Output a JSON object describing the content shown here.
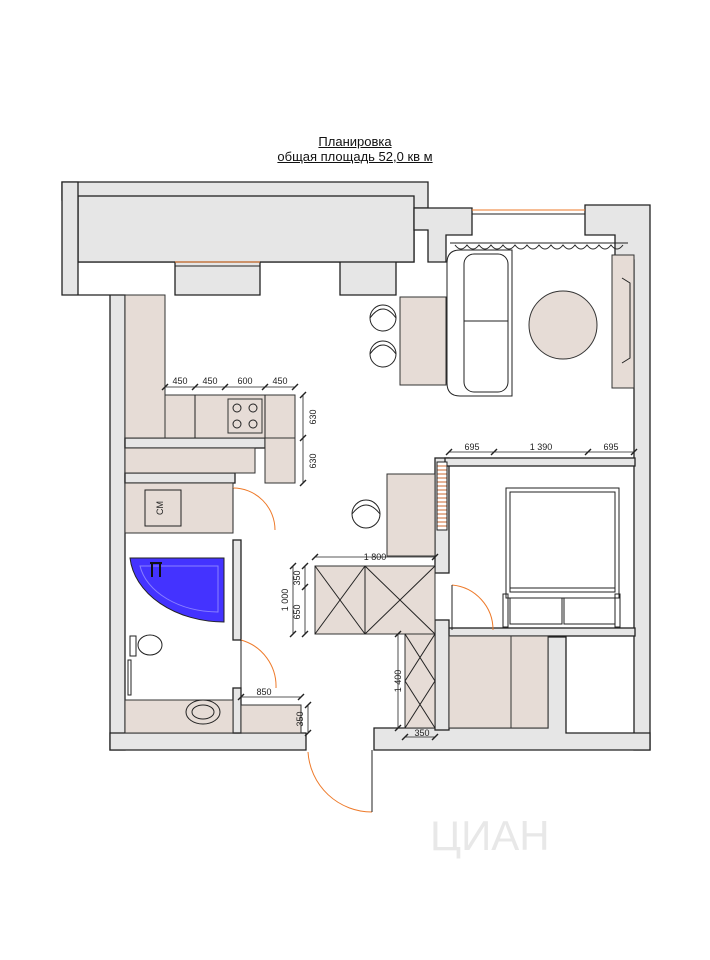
{
  "title": {
    "line1": "Планировка",
    "line2": "общая площадь 52,0 кв м"
  },
  "labels": {
    "washing_machine": "СМ"
  },
  "dimensions": {
    "kitchen_450_a": "450",
    "kitchen_450_b": "450",
    "kitchen_600": "600",
    "kitchen_450_c": "450",
    "kitchen_depth_a": "630",
    "kitchen_depth_b": "630",
    "bed_695_a": "695",
    "bed_1390": "1 390",
    "bed_695_b": "695",
    "wardrobe_1800": "1 800",
    "wardrobe_1000": "1 000",
    "wardrobe_350": "350",
    "wardrobe_650": "650",
    "hall_1400": "1 400",
    "hall_350_bottom": "350",
    "bath_850": "850",
    "bath_350": "350"
  },
  "watermark": "ЦИАН",
  "colors": {
    "wall_fill": "#e6e6e6",
    "furniture_fill": "#e6dcd6",
    "door_arc": "#ee7a2a",
    "bathtub": "#4433ff"
  }
}
